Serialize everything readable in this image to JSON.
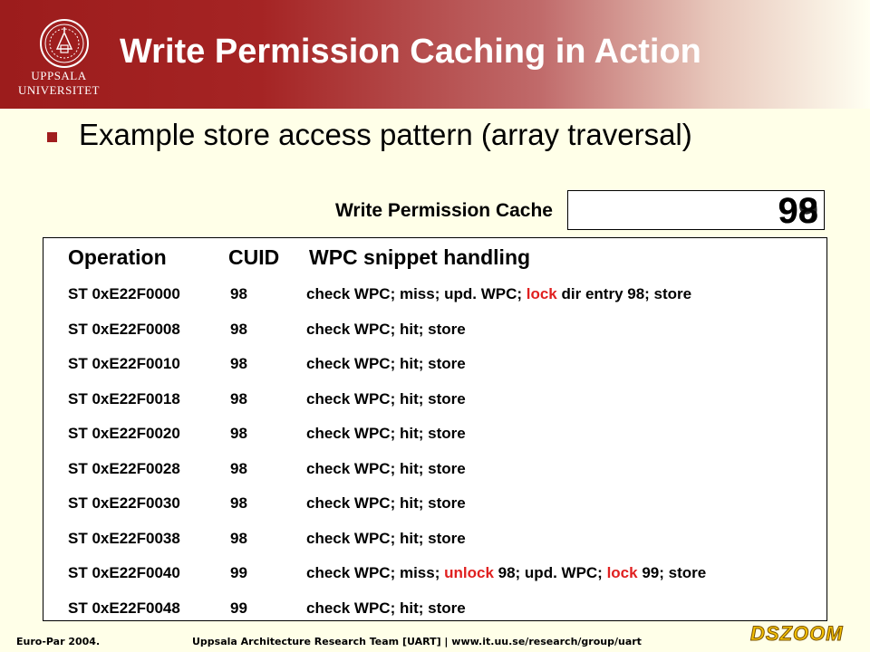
{
  "logo": {
    "line1": "UPPSALA",
    "line2": "UNIVERSITET"
  },
  "title": "Write Permission Caching in Action",
  "bullet": "Example store access pattern (array traversal)",
  "wpc": {
    "label": "Write Permission Cache",
    "value_back": "98",
    "value_front": "99"
  },
  "table": {
    "headers": {
      "operation": "Operation",
      "cuid": "CUID",
      "handling": "WPC snippet handling"
    },
    "rows": [
      {
        "op": "ST 0xE22F0000",
        "cuid": "98",
        "handling": [
          {
            "t": "check WPC; miss; upd. WPC; "
          },
          {
            "t": "lock",
            "hl": true
          },
          {
            "t": " dir entry 98; store"
          }
        ]
      },
      {
        "op": "ST 0xE22F0008",
        "cuid": "98",
        "handling": [
          {
            "t": "check WPC; hit; store"
          }
        ]
      },
      {
        "op": "ST 0xE22F0010",
        "cuid": "98",
        "handling": [
          {
            "t": "check WPC; hit; store"
          }
        ]
      },
      {
        "op": "ST 0xE22F0018",
        "cuid": "98",
        "handling": [
          {
            "t": "check WPC; hit; store"
          }
        ]
      },
      {
        "op": "ST 0xE22F0020",
        "cuid": "98",
        "handling": [
          {
            "t": "check WPC; hit; store"
          }
        ]
      },
      {
        "op": "ST 0xE22F0028",
        "cuid": "98",
        "handling": [
          {
            "t": "check WPC; hit; store"
          }
        ]
      },
      {
        "op": "ST 0xE22F0030",
        "cuid": "98",
        "handling": [
          {
            "t": "check WPC; hit; store"
          }
        ]
      },
      {
        "op": "ST 0xE22F0038",
        "cuid": "98",
        "handling": [
          {
            "t": "check WPC; hit; store"
          }
        ]
      },
      {
        "op": "ST 0xE22F0040",
        "cuid": "99",
        "handling": [
          {
            "t": "check WPC; miss; "
          },
          {
            "t": "unlock",
            "hl": true
          },
          {
            "t": " 98; upd. WPC; "
          },
          {
            "t": "lock",
            "hl": true
          },
          {
            "t": " 99; store"
          }
        ]
      },
      {
        "op": "ST 0xE22F0048",
        "cuid": "99",
        "handling": [
          {
            "t": "check WPC; hit; store"
          }
        ]
      }
    ]
  },
  "footer": {
    "left": "Euro-Par 2004.",
    "middle": "Uppsala Architecture Research Team [UART] | www.it.uu.se/research/group/uart",
    "logo": "DSZOOM"
  },
  "colors": {
    "brand_red": "#9c1c1c",
    "highlight": "#e02020",
    "background": "#ffffe8",
    "logo_yellow": "#f3c000"
  }
}
